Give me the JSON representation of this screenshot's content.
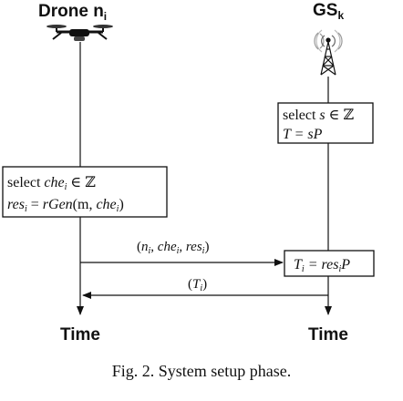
{
  "actors": {
    "drone": {
      "label": "Drone",
      "var": "n",
      "sub": "i"
    },
    "gs": {
      "label": "GS",
      "sub": "k"
    }
  },
  "gs_box": {
    "line1_prefix": "select ",
    "line1_var": "s",
    "line1_suffix": " ∈ ℤ",
    "line2": "T = sP"
  },
  "drone_box": {
    "line1_prefix": "select ",
    "line1_var": "che",
    "line1_sub": "i",
    "line1_suffix": " ∈ ℤ",
    "line2_var": "res",
    "line2_sub": "i",
    "line2_eq": " = ",
    "line2_fn": "rGen",
    "line2_args_a": "(m, ",
    "line2_args_var": "che",
    "line2_args_sub": "i",
    "line2_args_close": ")"
  },
  "messages": {
    "send": {
      "open": "(",
      "v1": "n",
      "s1": "i",
      "sep1": ", ",
      "v2": "che",
      "s2": "i",
      "sep2": ", ",
      "v3": "res",
      "s3": "i",
      "close": ")"
    },
    "reply": {
      "open": "(",
      "v": "T",
      "s": "i",
      "close": ")"
    }
  },
  "ti_box": {
    "v": "T",
    "s": "i",
    "eq": " = ",
    "v2": "res",
    "s2": "i",
    "tail": "P"
  },
  "time_labels": {
    "left": "Time",
    "right": "Time"
  },
  "caption": "Fig. 2.   System setup phase."
}
